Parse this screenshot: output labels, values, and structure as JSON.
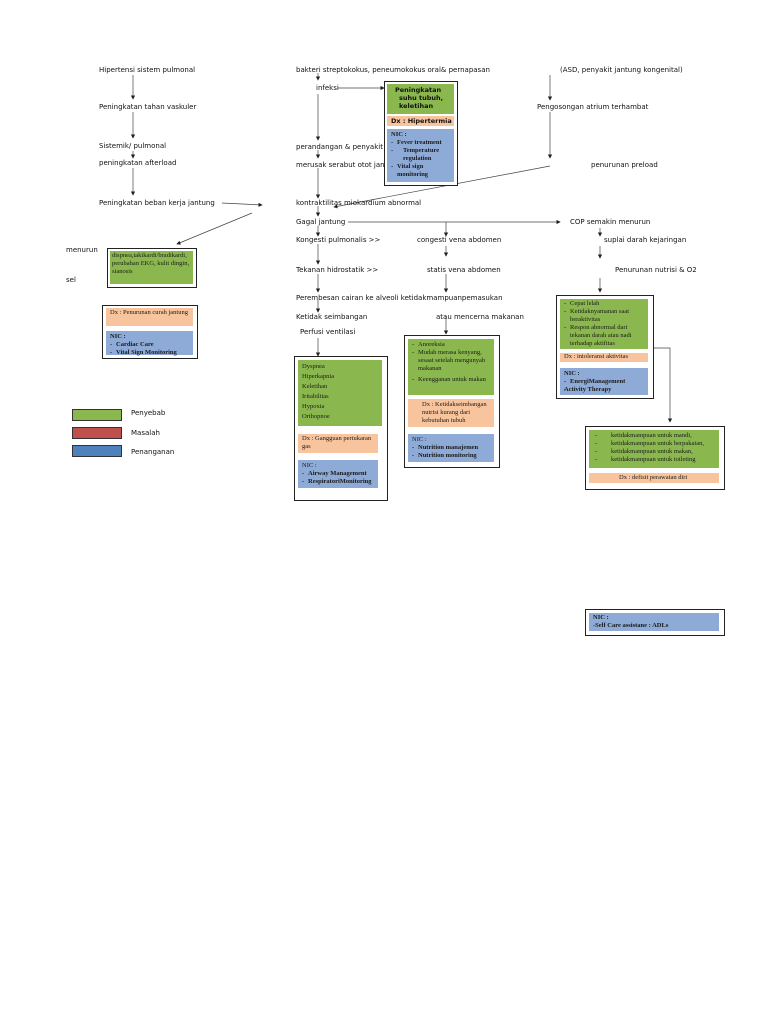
{
  "col1": {
    "hipertensi": "Hipertensi sistem pulmonal",
    "tahan_vaskuler": "Peningkatan tahan vaskuler",
    "sistemik": "Sistemik/ pulmonal",
    "afterload": "peningkatan afterload",
    "beban": "Peningkatan beban kerja jantung",
    "menurun": "menurun",
    "sel": "sel"
  },
  "col2": {
    "bakteri": "bakteri streptokokus, peneumokokus oral& pernapasan",
    "infeksi": "infeksi",
    "perandangan": "perandangan & penyakit",
    "merusak": "merusak serabut otot jan",
    "kontraktilitas": "kontraktilitas miokardium abnormal",
    "gagal": "Gagal jantung",
    "kongesti_pulmo": "Kongesti pulmonalis >>",
    "kongesti_abdomen": "congesti vena abdomen",
    "tekanan": "Tekanan hidrostatik >>",
    "statis": "statis vena abdomen",
    "perembesan": "Perembesan cairan ke alveoli ketidakmampuanpemasukan",
    "ketidak": "Ketidak seimbangan",
    "atau": "atau mencerna makanan",
    "perfusi": "Perfusi ventilasi"
  },
  "col3": {
    "asd": "(ASD, penyakit jantung kongenital)",
    "pengosongan": "Pengosongan atrium terhambat",
    "preload": "penurunan preload",
    "cop": "COP semakin menurun",
    "suplai": "suplai darah kejaringan",
    "nutrisi": "Penurunan nutrisi & O2"
  },
  "suhu_box": {
    "cause_lines": [
      "Peningkatan",
      "suhu tubuh,",
      "keletihan"
    ],
    "dx": "Dx : Hipertermia",
    "nic_title": "NIC :",
    "nic_items": [
      "Fever treatment",
      "Temperature regulation",
      "Vital sign monitoring"
    ]
  },
  "jantung_box": {
    "cause": "dispnea,takikardi/bradikardi, perubahan EKG, kulit dingin, sianosis",
    "dx": "Dx : Penurunan curah jantung",
    "nic_title": "NIC :",
    "nic_items": [
      "Cardiac Care",
      "Vital Sign Monitoring"
    ]
  },
  "gas_box": {
    "cause_lines": [
      "Dyspnea",
      "Hiperkapnia",
      "Keletihan",
      "Iritabilitas",
      "Hypoxia",
      "Orthopnoe"
    ],
    "dx": "Dx : Gangguan pertukaran gas",
    "nic_title": "NIC :",
    "nic_items": [
      "Airway Management",
      "RespiratoriMonitoring"
    ]
  },
  "nutrisi_box": {
    "cause_lines": [
      "Anoreksia",
      "Mudah merasa kenyang, sesaat setelah mengunyah makanan",
      "Keengganan untuk makan"
    ],
    "dx": "Dx : Ketidakseimbangan nutrisi kurang dari kebutuhan tubuh",
    "nic_title": "NIC :",
    "nic_items": [
      "Nutrition manajemen",
      "Nutrition monitoring"
    ]
  },
  "aktivitas_box": {
    "cause_lines": [
      "Cepat lelah",
      "Ketidaknyamanan saat beraktivitas",
      "Respon abnormal dari tekanan darah atau nadi terhadap aktifitas"
    ],
    "dx": "Dx : intoleransi aktivitas",
    "nic_title": "NIC :",
    "nic_items": [
      "EnergiManagement",
      "Activity Therapy"
    ]
  },
  "perawatan_box": {
    "cause_lines": [
      "ketidakmampuan untuk mandi,",
      "ketidakmampuan untuk berpakaian,",
      "ketidakmampuan untuk makan,",
      "ketidakmampuan untuk toileting"
    ],
    "dx": "Dx : defisit perawatan diri"
  },
  "selfcare_box": {
    "nic_title": "NIC :",
    "nic_item": "-Self Care assistane : ADLs"
  },
  "legend": {
    "items": [
      {
        "label": "Penyebab",
        "color": "#8bb84e"
      },
      {
        "label": "Masalah",
        "color": "#c0504d"
      },
      {
        "label": "Penanganan",
        "color": "#4f81bd"
      }
    ]
  }
}
